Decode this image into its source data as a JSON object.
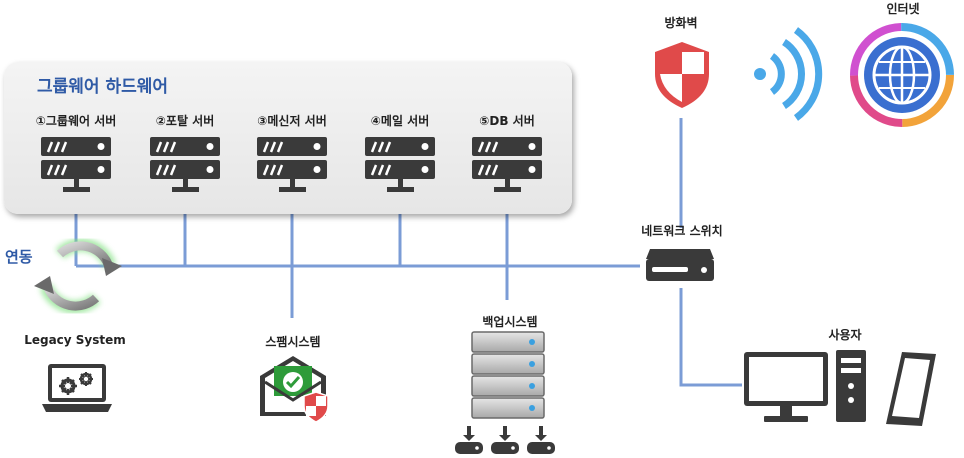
{
  "panel": {
    "title": "그룹웨어 하드웨어"
  },
  "servers": [
    {
      "label": "①그룹웨어 서버"
    },
    {
      "label": "②포탈 서버"
    },
    {
      "label": "③메신저 서버"
    },
    {
      "label": "④메일 서버"
    },
    {
      "label": "⑤DB 서버"
    }
  ],
  "firewall": {
    "label": "방화벽"
  },
  "internet": {
    "label": "인터넷"
  },
  "network_switch": {
    "label": "네트워크 스위치"
  },
  "integration": {
    "label": "연동"
  },
  "legacy": {
    "label": "Legacy System"
  },
  "spam": {
    "label": "스팸시스템"
  },
  "backup": {
    "label": "백업시스템"
  },
  "users": {
    "label": "사용자"
  },
  "colors": {
    "line": "#7b9cd6",
    "accent": "#2f5aa6",
    "firewall": "#e04a4a",
    "wifi": "#4aa8e8"
  }
}
